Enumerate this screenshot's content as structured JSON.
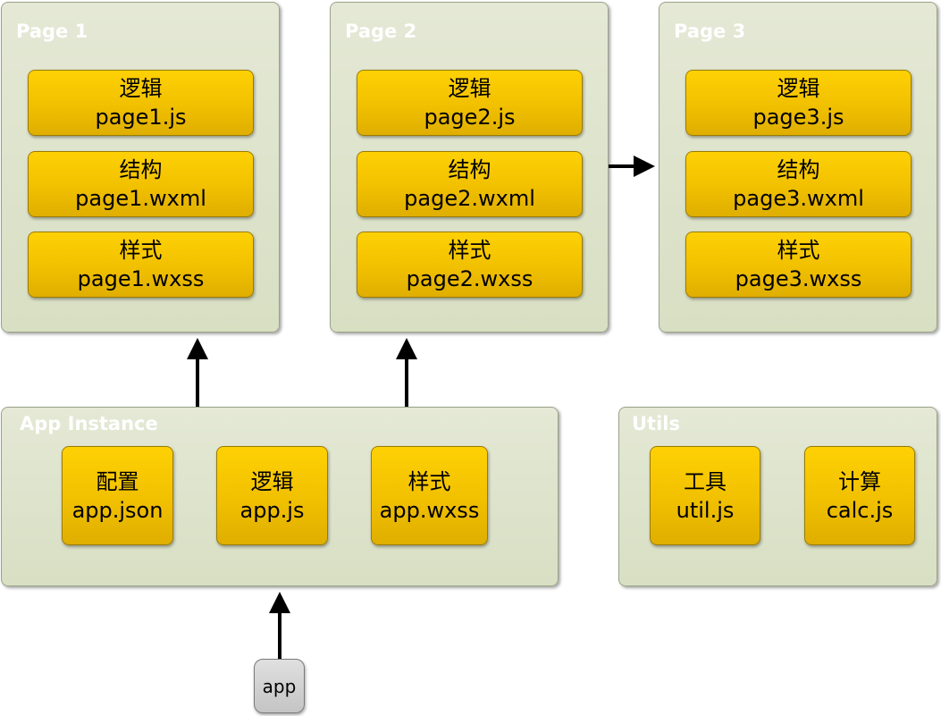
{
  "pages": [
    {
      "title": "Page 1",
      "cards": [
        {
          "label": "逻辑",
          "file": "page1.js"
        },
        {
          "label": "结构",
          "file": "page1.wxml"
        },
        {
          "label": "样式",
          "file": "page1.wxss"
        }
      ]
    },
    {
      "title": "Page 2",
      "cards": [
        {
          "label": "逻辑",
          "file": "page2.js"
        },
        {
          "label": "结构",
          "file": "page2.wxml"
        },
        {
          "label": "样式",
          "file": "page2.wxss"
        }
      ]
    },
    {
      "title": "Page 3",
      "cards": [
        {
          "label": "逻辑",
          "file": "page3.js"
        },
        {
          "label": "结构",
          "file": "page3.wxml"
        },
        {
          "label": "样式",
          "file": "page3.wxss"
        }
      ]
    }
  ],
  "app_instance": {
    "title": "App Instance",
    "cards": [
      {
        "label": "配置",
        "file": "app.json"
      },
      {
        "label": "逻辑",
        "file": "app.js"
      },
      {
        "label": "样式",
        "file": "app.wxss"
      }
    ]
  },
  "utils": {
    "title": "Utils",
    "cards": [
      {
        "label": "工具",
        "file": "util.js"
      },
      {
        "label": "计算",
        "file": "calc.js"
      }
    ]
  },
  "app_node": {
    "label": "app"
  },
  "colors": {
    "panel_fill": "#dce2c9",
    "panel_border": "#9aa38a",
    "card_fill": "#f5c400",
    "card_border": "#9a7b00",
    "app_node_fill": "#d0d0d0",
    "arrow": "#000000",
    "panel_title": "#ffffff"
  }
}
